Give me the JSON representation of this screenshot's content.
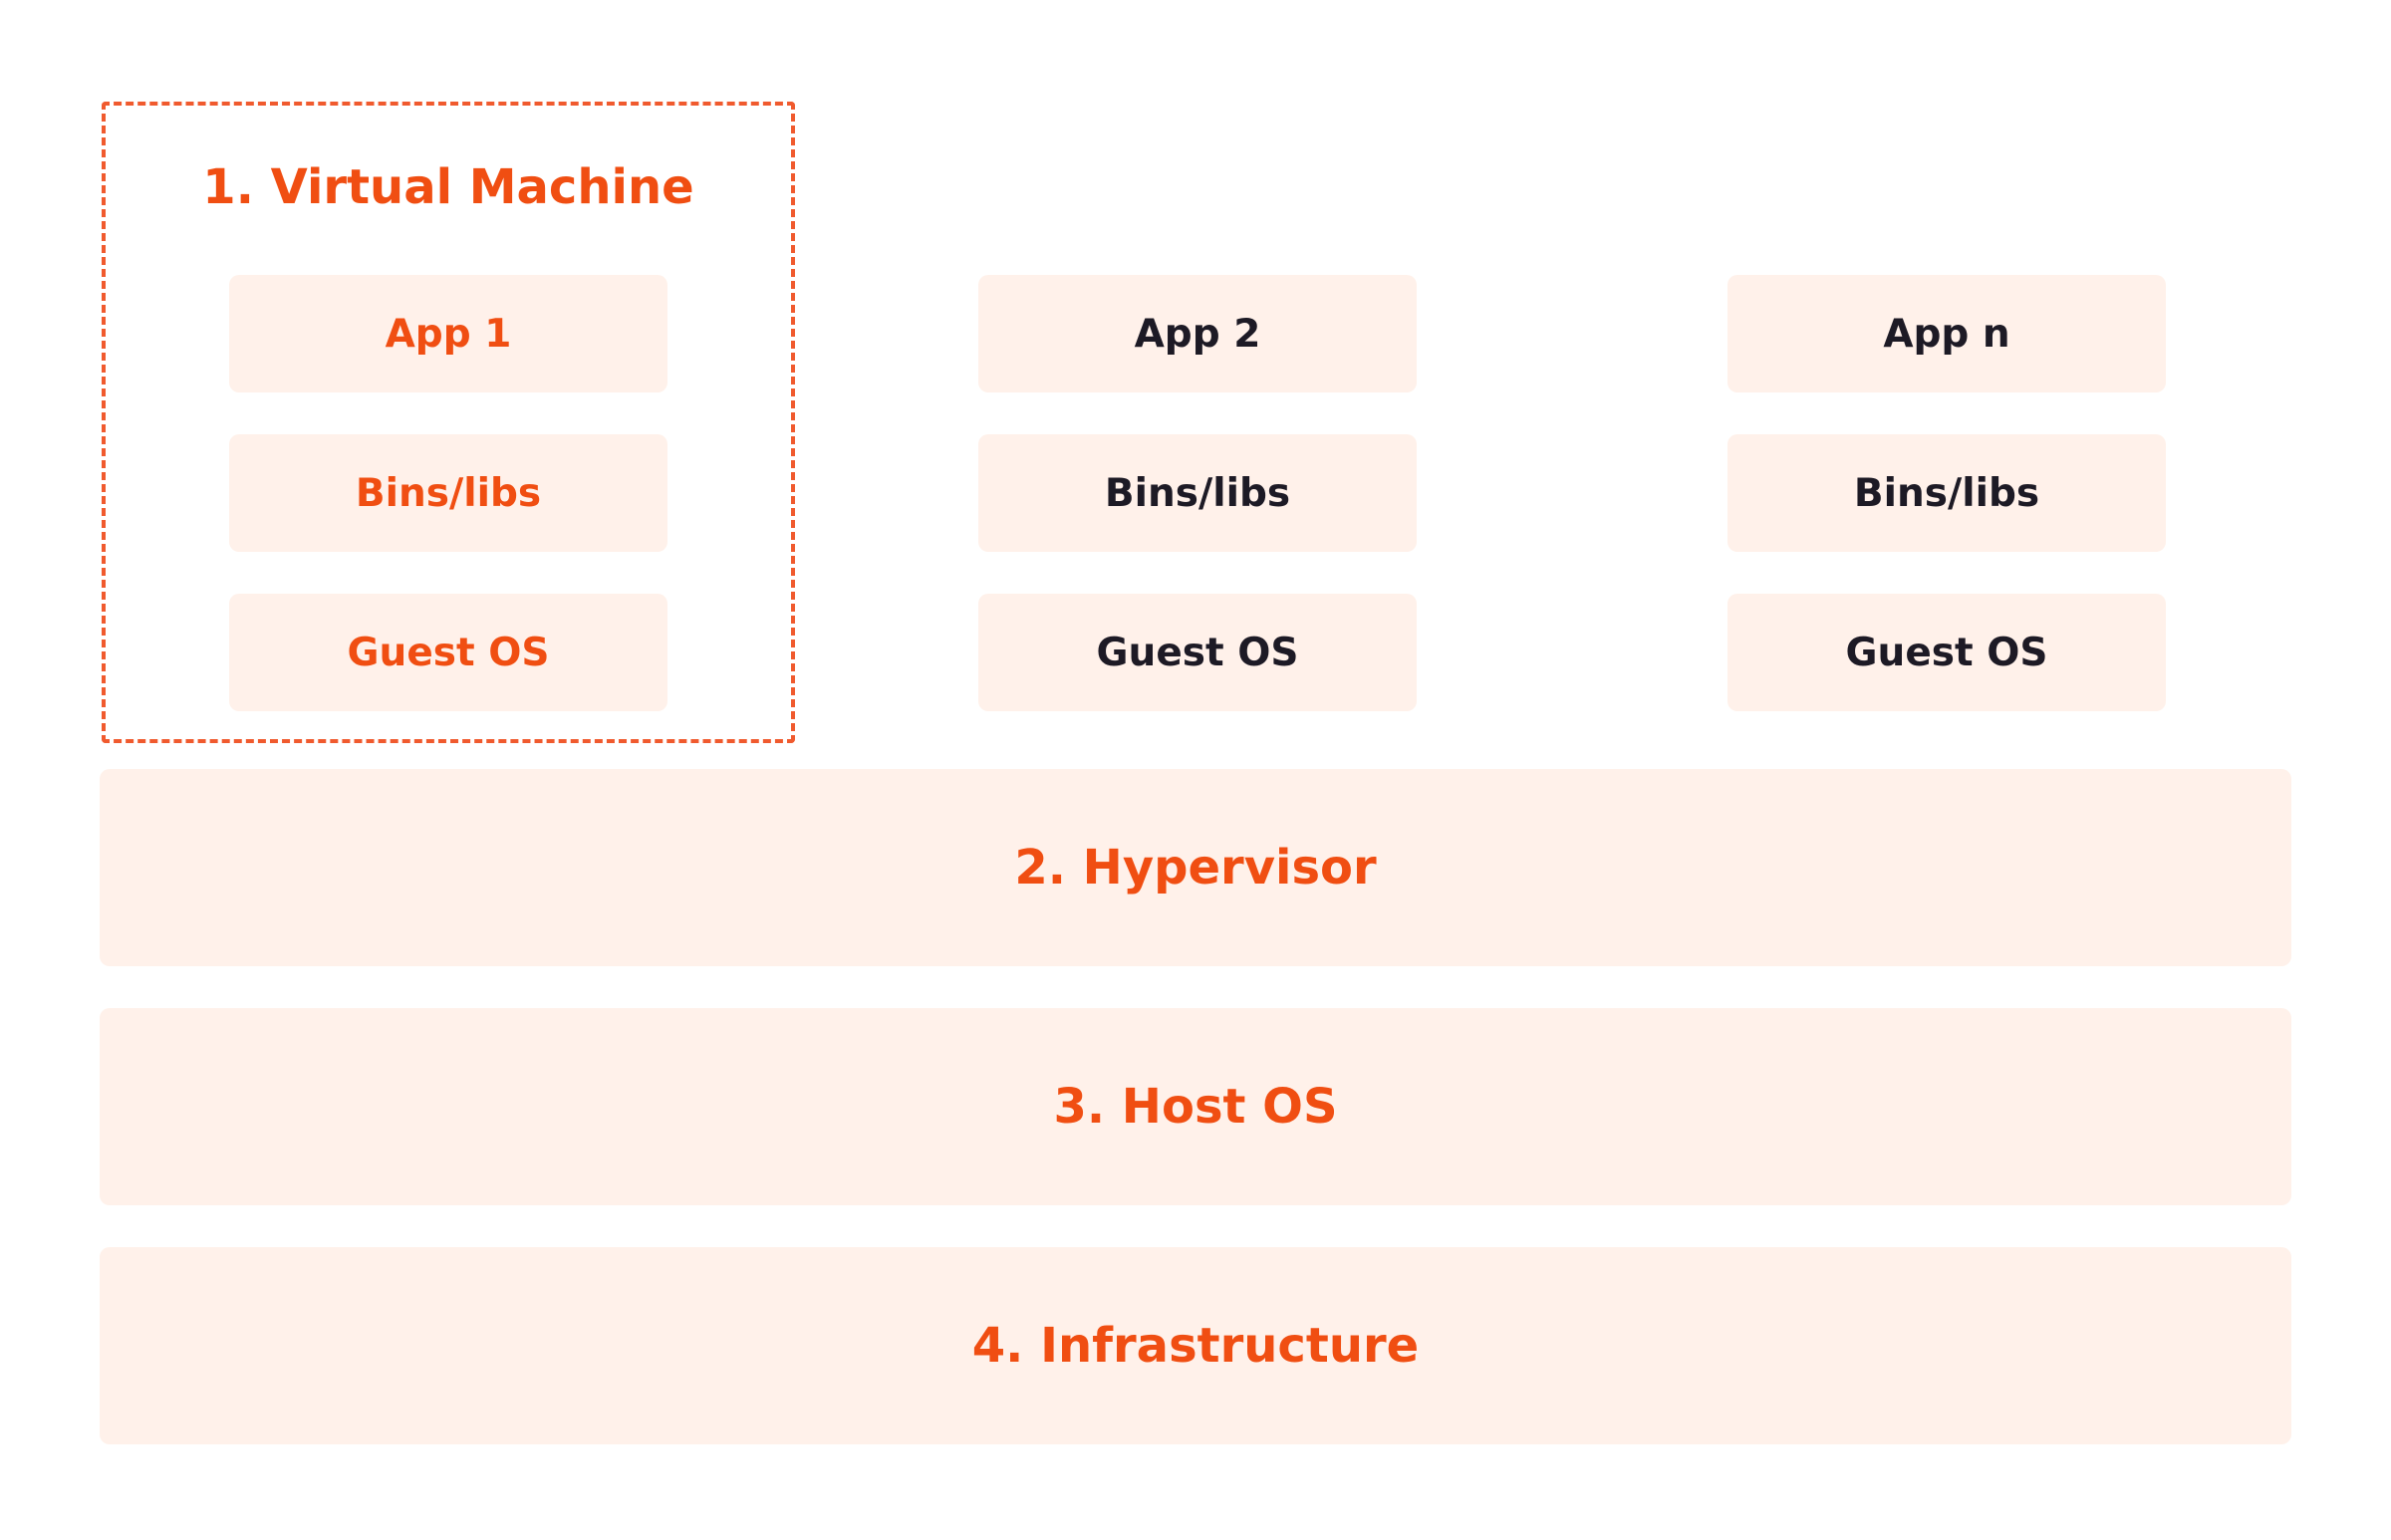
{
  "diagram": {
    "virtual_machine": {
      "title": "1. Virtual Machine"
    },
    "stacks": [
      {
        "app": "App 1",
        "libs": "Bins/libs",
        "guest_os": "Guest OS",
        "highlighted": true
      },
      {
        "app": "App 2",
        "libs": "Bins/libs",
        "guest_os": "Guest OS",
        "highlighted": false
      },
      {
        "app": "App n",
        "libs": "Bins/libs",
        "guest_os": "Guest OS",
        "highlighted": false
      }
    ],
    "layers": {
      "hypervisor": "2. Hypervisor",
      "host_os": "3. Host OS",
      "infrastructure": "4. Infrastructure"
    }
  },
  "colors": {
    "accent": "#f04e12",
    "box_fill": "#fff1ea",
    "dark_text": "#1d1a25",
    "dashed_border": "#f05a2e"
  }
}
